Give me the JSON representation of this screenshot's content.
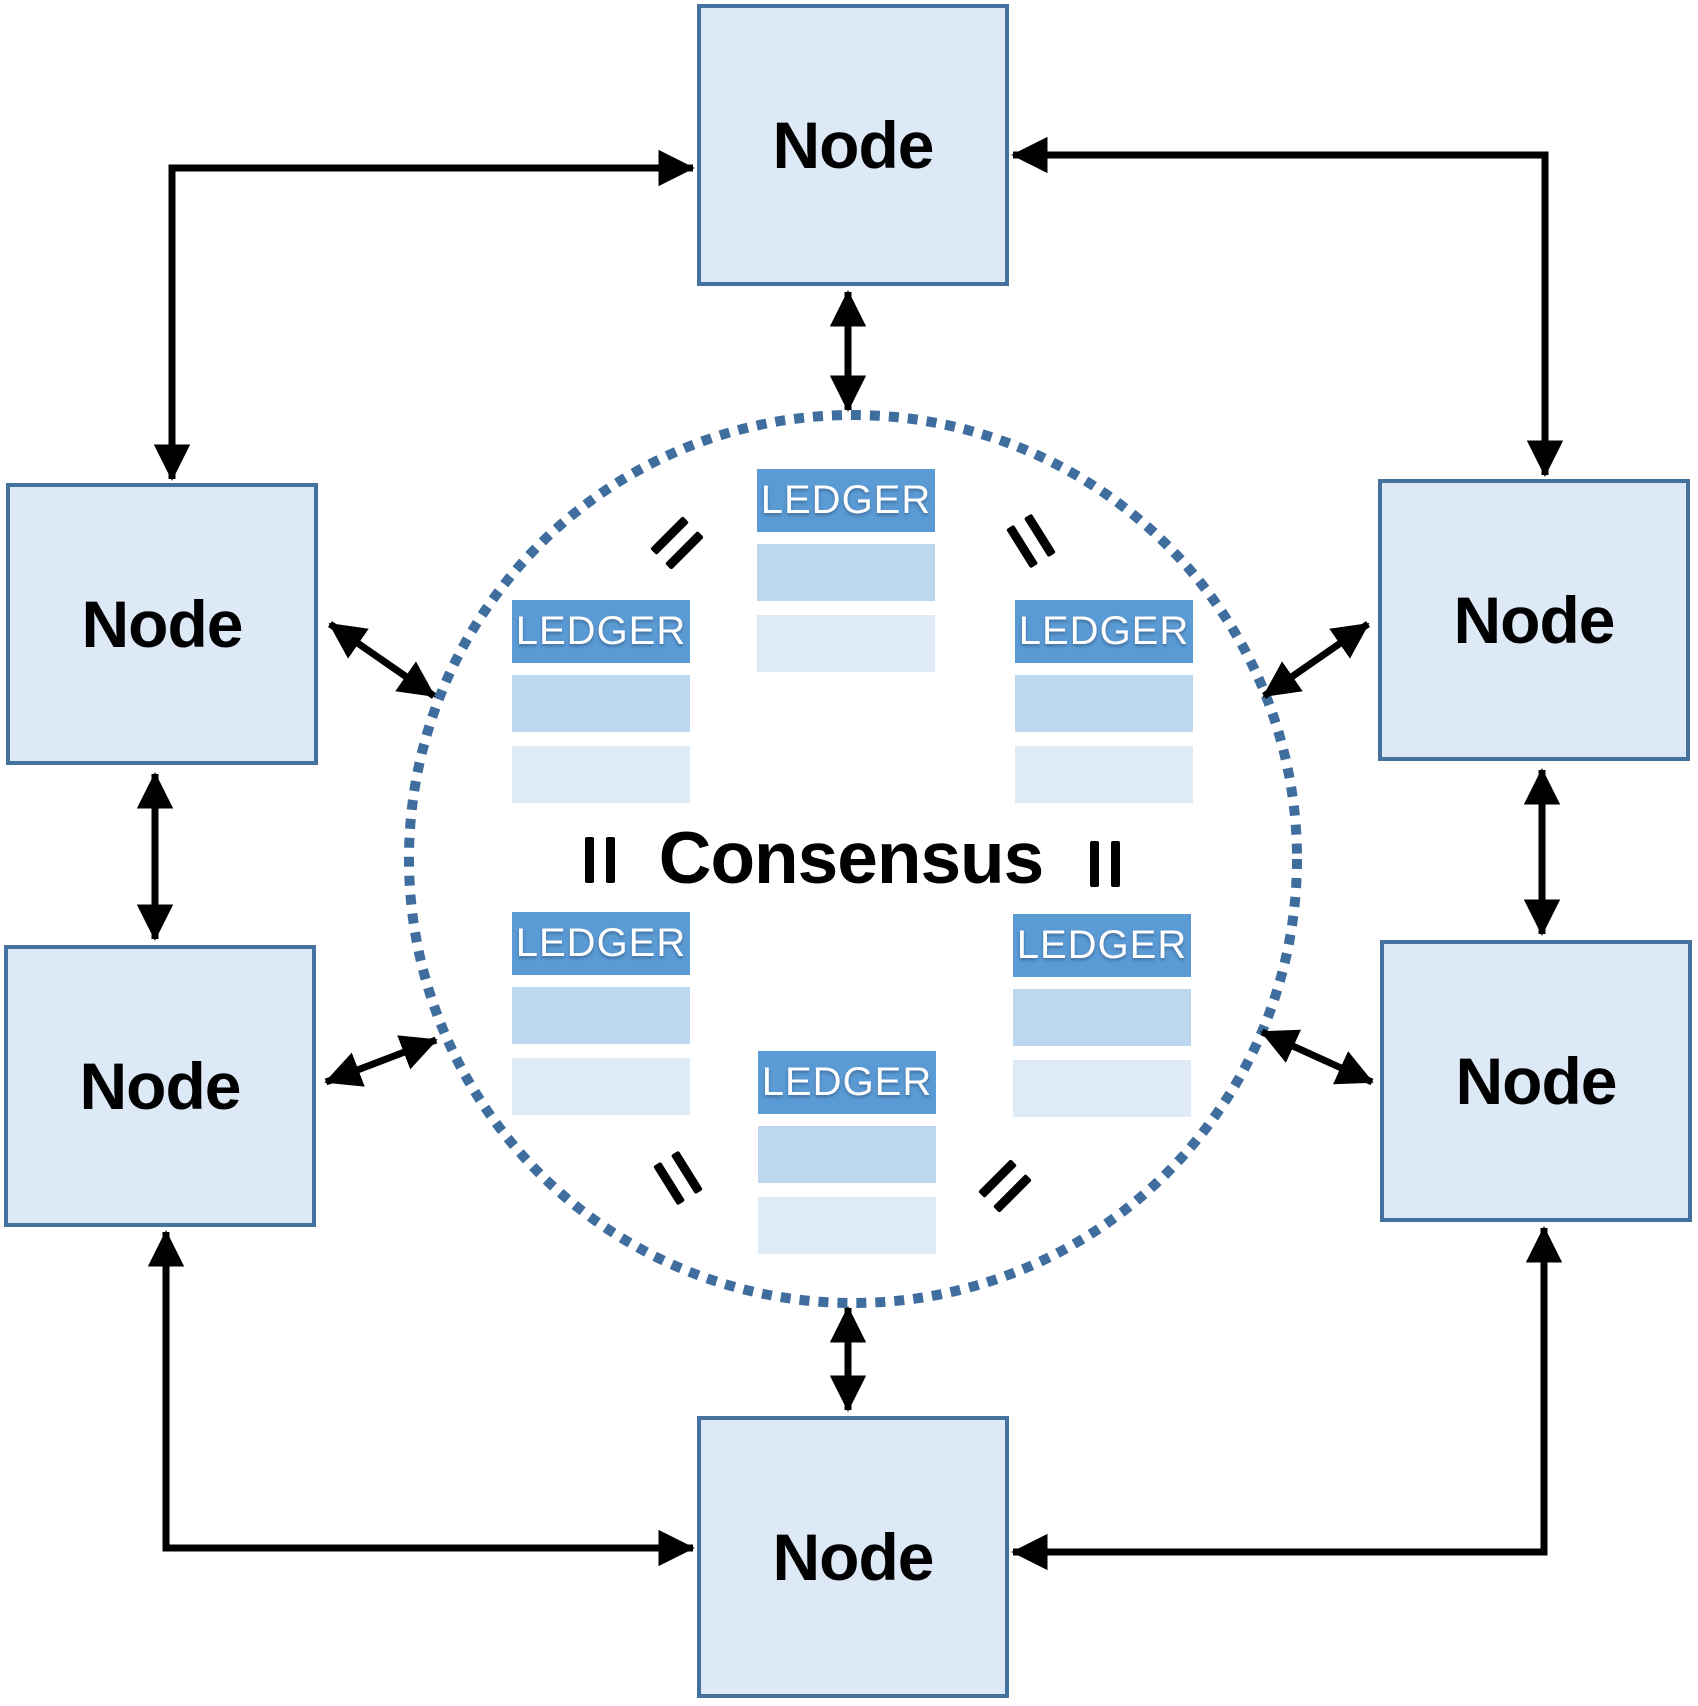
{
  "diagram": {
    "center_label": "Consensus",
    "nodes": [
      {
        "id": "top",
        "label": "Node"
      },
      {
        "id": "upper-left",
        "label": "Node"
      },
      {
        "id": "upper-right",
        "label": "Node"
      },
      {
        "id": "lower-left",
        "label": "Node"
      },
      {
        "id": "lower-right",
        "label": "Node"
      },
      {
        "id": "bottom",
        "label": "Node"
      }
    ],
    "ledgers": [
      {
        "id": "top",
        "label": "LEDGER",
        "rows": 2
      },
      {
        "id": "upper-left",
        "label": "LEDGER",
        "rows": 2
      },
      {
        "id": "upper-right",
        "label": "LEDGER",
        "rows": 2
      },
      {
        "id": "lower-left",
        "label": "LEDGER",
        "rows": 2
      },
      {
        "id": "lower-right",
        "label": "LEDGER",
        "rows": 2
      },
      {
        "id": "bottom",
        "label": "LEDGER",
        "rows": 2
      }
    ],
    "icons": {
      "equality_mark": "="
    },
    "colors": {
      "node_fill": "#dde9f6",
      "node_border": "#44719e",
      "ledger_header": "#5b9bd5",
      "ledger_row_1": "#bdd7ee",
      "ledger_row_2": "#deebf7",
      "circle_stroke": "#3e6d9e",
      "arrow": "#000000"
    }
  }
}
